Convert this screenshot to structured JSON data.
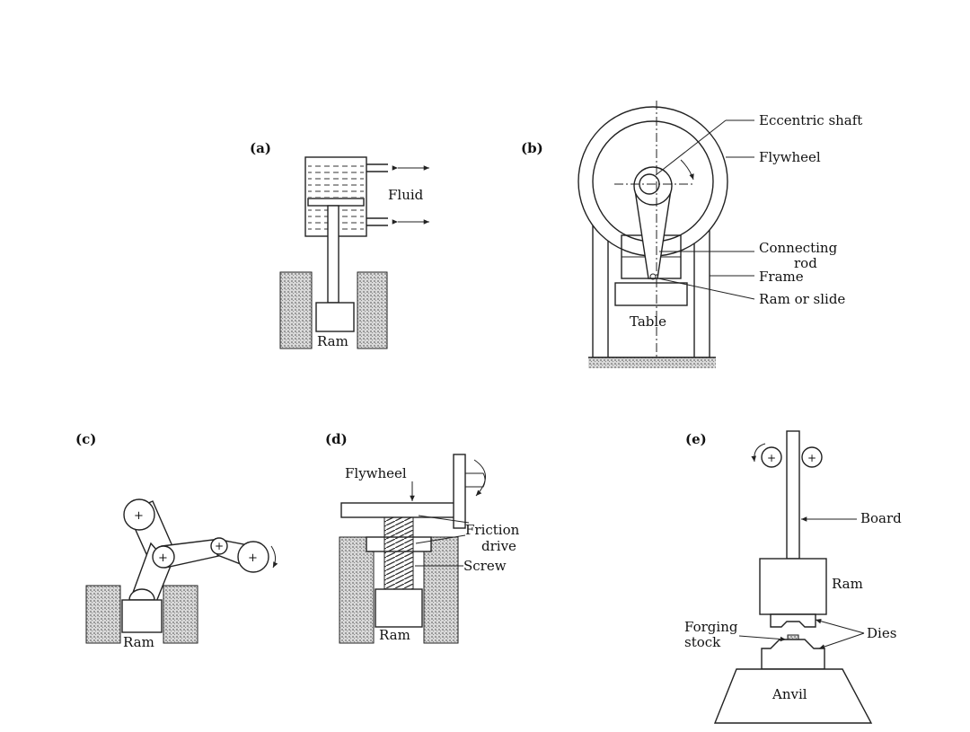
{
  "colors": {
    "ink": "#222222",
    "ground": "#b8b8b8",
    "paper": "#ffffff"
  },
  "panel_a": {
    "tag": "(a)",
    "fluid": "Fluid",
    "ram": "Ram"
  },
  "panel_b": {
    "tag": "(b)",
    "eccentric_shaft": "Eccentric shaft",
    "flywheel": "Flywheel",
    "connecting_rod_1": "Connecting",
    "connecting_rod_2": "rod",
    "frame": "Frame",
    "ram_or_slide": "Ram or slide",
    "table": "Table"
  },
  "panel_c": {
    "tag": "(c)",
    "ram": "Ram"
  },
  "panel_d": {
    "tag": "(d)",
    "flywheel": "Flywheel",
    "friction_1": "Friction",
    "friction_2": "drive",
    "screw": "Screw",
    "ram": "Ram"
  },
  "panel_e": {
    "tag": "(e)",
    "board": "Board",
    "ram": "Ram",
    "forging_1": "Forging",
    "forging_2": "stock",
    "dies": "Dies",
    "anvil": "Anvil"
  }
}
